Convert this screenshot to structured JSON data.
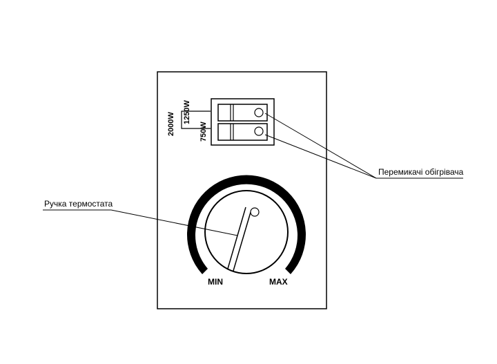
{
  "labels": {
    "thermostat_knob": "Ручка термостата",
    "heater_switches": "Перемикачі обігрівача",
    "min": "MIN",
    "max": "MAX",
    "power_2000": "2000W",
    "power_1250": "1250W",
    "power_750": "750W"
  },
  "colors": {
    "stroke": "#000000",
    "panel": "#ffffff"
  }
}
